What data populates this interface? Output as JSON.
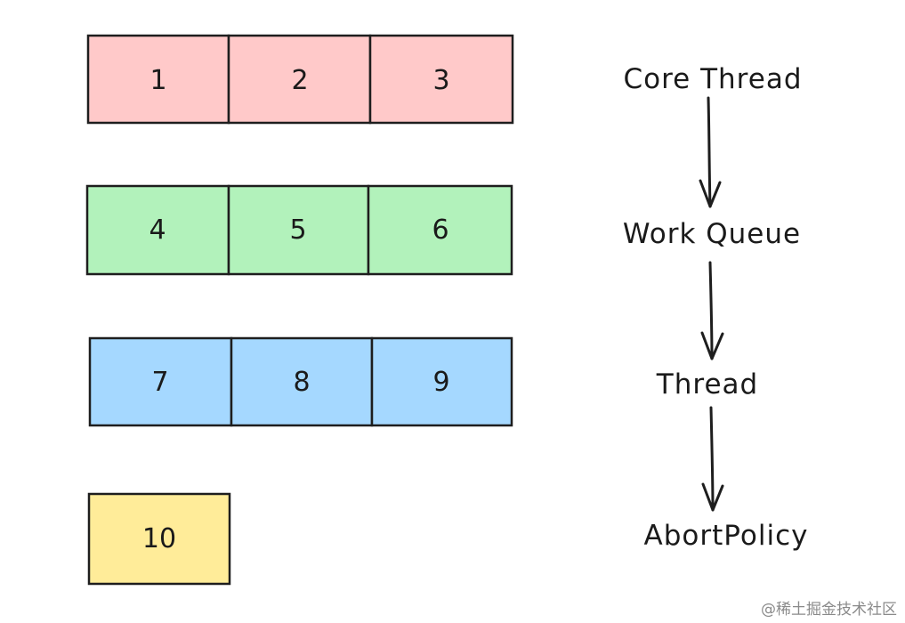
{
  "rows": [
    {
      "color": "#ffc9c9",
      "cells": [
        "1",
        "2",
        "3"
      ]
    },
    {
      "color": "#b2f2bb",
      "cells": [
        "4",
        "5",
        "6"
      ]
    },
    {
      "color": "#a5d8ff",
      "cells": [
        "7",
        "8",
        "9"
      ]
    },
    {
      "color": "#ffec99",
      "cells": [
        "10"
      ]
    }
  ],
  "flow": [
    "Core Thread",
    "Work Queue",
    "Thread",
    "AbortPolicy"
  ],
  "watermark": "@稀土掘金技术社区"
}
